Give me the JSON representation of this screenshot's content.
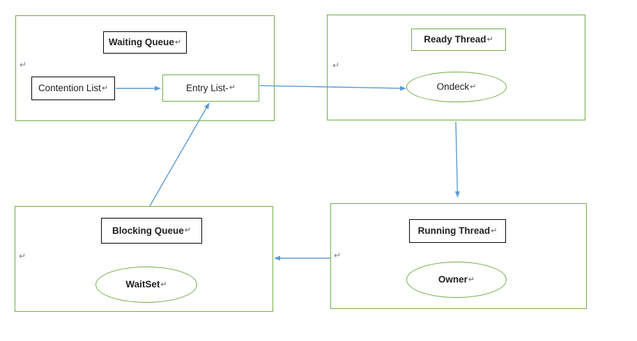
{
  "paragraph_mark": "↵",
  "colors": {
    "container_border": "#70AD47",
    "arrow": "#5B9BD5",
    "node_border_black": "#000000",
    "text": "#1f1f1f",
    "paragraph_mark_gray": "#808080"
  },
  "groups": {
    "waiting_queue": {
      "title": "Waiting Queue"
    },
    "ready_thread": {
      "title": "Ready Thread"
    },
    "blocking_queue": {
      "title": "Blocking Queue"
    },
    "running_thread": {
      "title": "Running Thread"
    }
  },
  "nodes": {
    "contention_list": {
      "label": "Contention List"
    },
    "entry_list": {
      "label": "Entry List-"
    },
    "ondeck": {
      "label": "Ondeck"
    },
    "waitset": {
      "label": "WaitSet"
    },
    "owner": {
      "label": "Owner"
    }
  },
  "edges": [
    {
      "from": "Contention List",
      "to": "Entry List"
    },
    {
      "from": "Entry List",
      "to": "Ondeck"
    },
    {
      "from": "Ready Thread",
      "to": "Running Thread"
    },
    {
      "from": "Running Thread",
      "to": "Blocking Queue"
    },
    {
      "from": "Blocking Queue",
      "to": "Entry List"
    }
  ]
}
